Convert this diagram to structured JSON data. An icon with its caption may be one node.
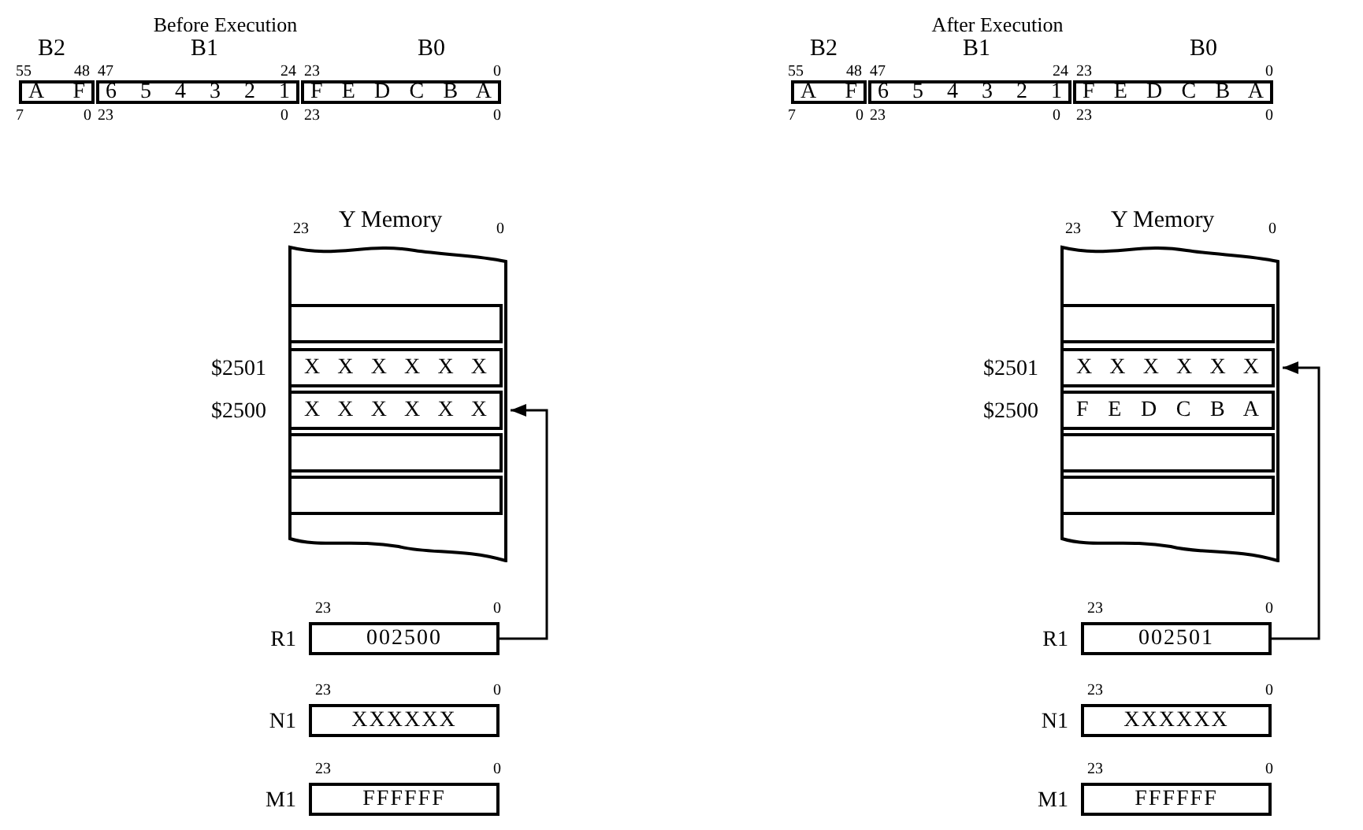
{
  "diagram": {
    "nodes": [
      {
        "text": [
          "B2",
          "A F"
        ]
      },
      {
        "text": [
          "B1",
          "6 5 4 3 2 1"
        ]
      },
      {
        "text": [
          "B0",
          "F E D C B A"
        ]
      },
      {
        "text": [
          "Y Memory"
        ]
      },
      {
        "text": [],
        "shape": "box",
        "in": 3
      },
      {
        "text": [
          "X X X X X X"
        ],
        "beside": [
          "$2501"
        ],
        "in": 3
      },
      {
        "text": [
          "X X X X X X"
        ],
        "beside": [
          "$2500"
        ],
        "in": 3
      },
      {
        "text": [],
        "shape": "box",
        "in": 3
      },
      {
        "text": [],
        "shape": "box",
        "in": 3
      },
      {
        "text": [
          "002500"
        ],
        "beside": [
          "R1"
        ]
      },
      {
        "text": [
          "XXXXXX"
        ],
        "beside": [
          "N1"
        ]
      },
      {
        "text": [
          "FFFFFF"
        ],
        "beside": [
          "M1"
        ]
      },
      {
        "text": [
          "B2",
          "A F"
        ]
      },
      {
        "text": [
          "B1",
          "6 5 4 3 2 1"
        ]
      },
      {
        "text": [
          "B0",
          "F E D C B A"
        ]
      },
      {
        "text": [
          "Y Memory"
        ]
      },
      {
        "text": [],
        "shape": "box",
        "in": 15
      },
      {
        "text": [
          "X X X X X X"
        ],
        "beside": [
          "$2501"
        ],
        "in": 15
      },
      {
        "text": [
          "F E D C B A"
        ],
        "beside": [
          "$2500"
        ],
        "in": 15
      },
      {
        "text": [],
        "shape": "box",
        "in": 15
      },
      {
        "text": [],
        "shape": "box",
        "in": 15
      },
      {
        "text": [
          "002501"
        ],
        "beside": [
          "R1"
        ]
      },
      {
        "text": [
          "XXXXXX"
        ],
        "beside": [
          "N1"
        ]
      },
      {
        "text": [
          "FFFFFF"
        ],
        "beside": [
          "M1"
        ]
      }
    ],
    "edges": [
      {
        "from": 9,
        "to": 6,
        "arrow": "to"
      },
      {
        "from": 21,
        "to": 17,
        "arrow": "to"
      }
    ],
    "labels": [
      "Before Execution",
      "55",
      "48",
      "47",
      "24",
      "23",
      "0",
      "7",
      "0",
      "23",
      "0",
      "23",
      "0",
      "23",
      "0",
      "23",
      "0",
      "23",
      "0",
      "23",
      "0",
      "After Execution",
      "55",
      "48",
      "47",
      "24",
      "23",
      "0",
      "7",
      "0",
      "23",
      "0",
      "23",
      "0",
      "23",
      "0",
      "23",
      "0",
      "23",
      "0",
      "23",
      "0"
    ]
  }
}
